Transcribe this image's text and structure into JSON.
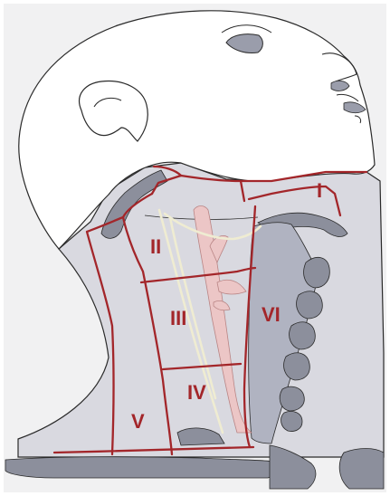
{
  "diagram": {
    "level_labels": {
      "I": "I",
      "II": "II",
      "III": "III",
      "IV": "IV",
      "V": "V",
      "VI": "VI"
    }
  },
  "colors": {
    "background": "#ffffff",
    "frame": "#f1f1f2",
    "skin": "#ffffff",
    "neck_fill": "#d9d9e0",
    "dark_structures": "#8c8f9c",
    "vessel_pink": "#ecc6c6",
    "boundary_red": "#a3262a",
    "nerve_cream": "#efecd2",
    "outline": "#2a2a2a"
  }
}
